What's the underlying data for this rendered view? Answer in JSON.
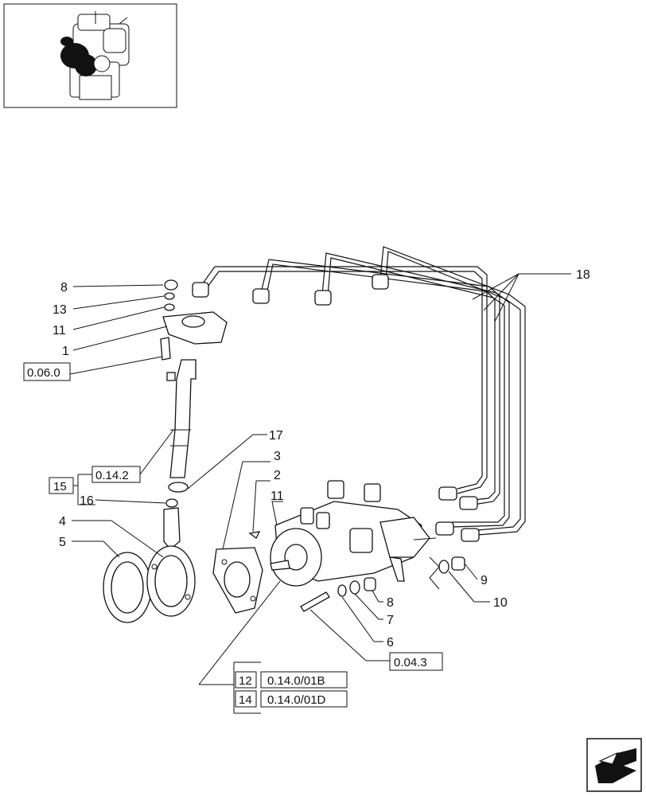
{
  "callouts": {
    "c8a": "8",
    "c13": "13",
    "c11a": "11",
    "c1": "1",
    "c17": "17",
    "c3": "3",
    "c2": "2",
    "c11b": "11",
    "c16": "16",
    "c4": "4",
    "c5": "5",
    "c18": "18",
    "c9": "9",
    "c10": "10",
    "c8b": "8",
    "c7": "7",
    "c6": "6"
  },
  "refs": {
    "r_060": "0.06.0",
    "r_0142": "0.14.2",
    "r_15": "15",
    "r_043": "0.04.3",
    "r_12": "12",
    "r_12_ref": "0.14.0/01B",
    "r_14": "14",
    "r_14_ref": "0.14.0/01D"
  },
  "icons": {
    "thumbnail": "engine-thumbnail-icon",
    "nav": "next-page-arrow-icon"
  }
}
